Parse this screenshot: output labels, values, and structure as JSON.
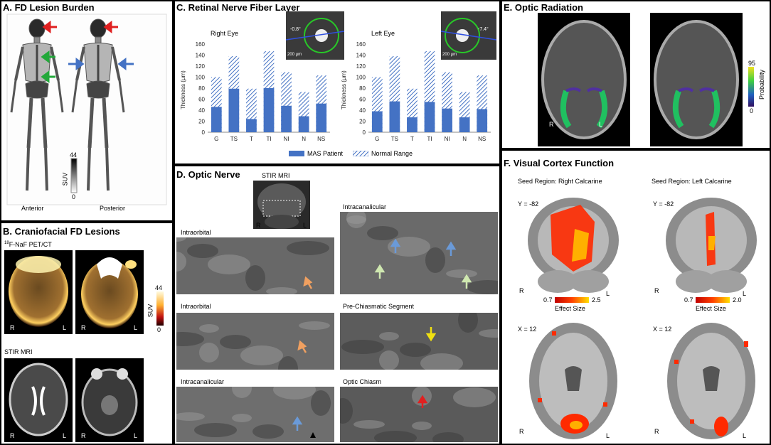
{
  "panelA": {
    "title": "A. FD Lesion Burden",
    "anterior": "Anterior",
    "posterior": "Posterior",
    "colorbar": {
      "label": "SUV",
      "max": "44",
      "min": "0"
    }
  },
  "panelB": {
    "title": "B. Craniofacial FD Lesions",
    "pet_label": "F-NaF PET/CT",
    "pet_sup": "18",
    "stir_label": "STIR MRI",
    "colorbar": {
      "label": "SUV",
      "max": "44",
      "min": "0"
    },
    "r": "R",
    "l": "L"
  },
  "panelC": {
    "title": "C. Retinal Nerve Fiber Layer",
    "right_eye": "Right Eye",
    "left_eye": "Left Eye",
    "right_angle": "-0.8°",
    "left_angle": "-7.4°",
    "scale": "200 µm",
    "legend_patient": "MAS Patient",
    "legend_normal": "Normal Range"
  },
  "chart_data": [
    {
      "type": "bar",
      "title": "Right Eye",
      "ylabel": "Thickness (µm)",
      "ylim": [
        0,
        160
      ],
      "yticks": [
        0,
        20,
        40,
        60,
        80,
        100,
        120,
        140,
        160
      ],
      "categories": [
        "G",
        "TS",
        "T",
        "TI",
        "NI",
        "N",
        "NS"
      ],
      "series": [
        {
          "name": "MAS Patient",
          "values": [
            46,
            79,
            24,
            80,
            48,
            29,
            52
          ]
        },
        {
          "name": "Normal Range",
          "values": [
            100,
            138,
            79,
            147,
            109,
            73,
            103
          ]
        }
      ]
    },
    {
      "type": "bar",
      "title": "Left Eye",
      "ylabel": "Thickness (µm)",
      "ylim": [
        0,
        160
      ],
      "yticks": [
        0,
        20,
        40,
        60,
        80,
        100,
        120,
        140,
        160
      ],
      "categories": [
        "G",
        "TS",
        "T",
        "TI",
        "NI",
        "N",
        "NS"
      ],
      "series": [
        {
          "name": "MAS Patient",
          "values": [
            38,
            56,
            27,
            55,
            43,
            27,
            42
          ]
        },
        {
          "name": "Normal Range",
          "values": [
            100,
            138,
            79,
            147,
            109,
            73,
            103
          ]
        }
      ]
    }
  ],
  "panelD": {
    "title": "D. Optic Nerve",
    "stir": "STIR MRI",
    "r": "R",
    "l": "L",
    "labels": [
      "Intraorbital",
      "Intracanalicular",
      "Intraorbital",
      "Pre-Chiasmatic Segment",
      "Intracanalicular",
      "Optic Chiasm"
    ]
  },
  "panelE": {
    "title": "E. Optic Radiation",
    "colorbar": {
      "label": "Probability",
      "max": "95",
      "min": "0"
    },
    "r": "R",
    "l": "L"
  },
  "panelF": {
    "title": "F. Visual Cortex Function",
    "seed_right": "Seed Region: Right Calcarine",
    "seed_left": "Seed Region: Left Calcarine",
    "y_label": "Y = -82",
    "x_label": "X = 12",
    "effect_label": "Effect Size",
    "right_min": "0.7",
    "right_max": "2.5",
    "left_min": "0.7",
    "left_max": "2.0",
    "r": "R",
    "l": "L"
  },
  "colors": {
    "patient": "#4472c4",
    "arrow_red": "#e02020",
    "arrow_green": "#22a83a",
    "arrow_blue": "#5b8fd6",
    "arrow_orange": "#f0a060",
    "arrow_yellow": "#f0e010",
    "arrow_pale": "#cfe8b0"
  }
}
